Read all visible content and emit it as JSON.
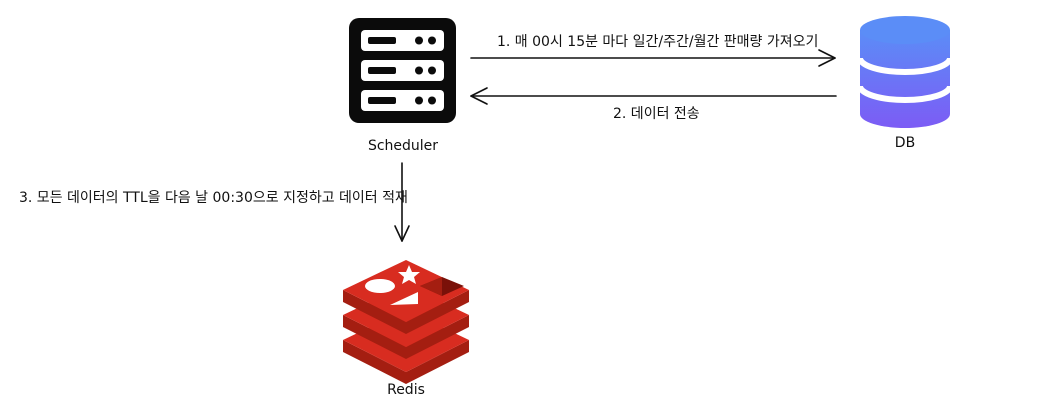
{
  "nodes": {
    "scheduler": {
      "label": "Scheduler",
      "icon": "server-rack-icon"
    },
    "db": {
      "label": "DB",
      "icon": "database-icon",
      "color_top": "#5b8df7",
      "color_bottom": "#7c5cf5"
    },
    "redis": {
      "label": "Redis",
      "icon": "redis-logo-icon",
      "color_dark": "#a41e11",
      "color_mid": "#d82c20",
      "color_light": "#ffffff"
    }
  },
  "edges": [
    {
      "id": "fetch-sales",
      "from": "Scheduler",
      "to": "DB",
      "label": "1. 매 00시 15분 마다 일간/주간/월간 판매량 가져오기"
    },
    {
      "id": "send-data",
      "from": "DB",
      "to": "Scheduler",
      "label": "2. 데이터 전송"
    },
    {
      "id": "load-redis",
      "from": "Scheduler",
      "to": "Redis",
      "label": "3. 모든 데이터의 TTL을 다음 날 00:30으로 지정하고 데이터 적재"
    }
  ]
}
